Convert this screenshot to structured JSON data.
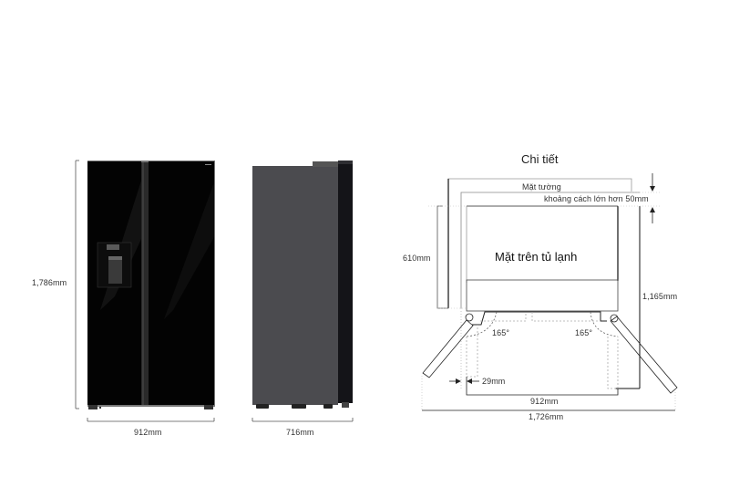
{
  "front_view": {
    "height_label": "1,786mm",
    "width_label": "912mm",
    "body_color": "#050505",
    "frame_color": "#6a6a6a"
  },
  "side_view": {
    "depth_label": "716mm",
    "body_color": "#4a4a4e",
    "door_color": "#141418"
  },
  "detail": {
    "title": "Chi tiết",
    "wall_label": "Mặt tường",
    "clearance_label": "khoảng cách lớn hơn 50mm",
    "fridge_top_label": "Mặt trên tủ lạnh",
    "depth_label": "610mm",
    "door_open_depth_label": "1,165mm",
    "left_angle_label": "165°",
    "right_angle_label": "165°",
    "hinge_gap_label": "29mm",
    "width_label": "912mm",
    "total_width_label": "1,726mm"
  }
}
